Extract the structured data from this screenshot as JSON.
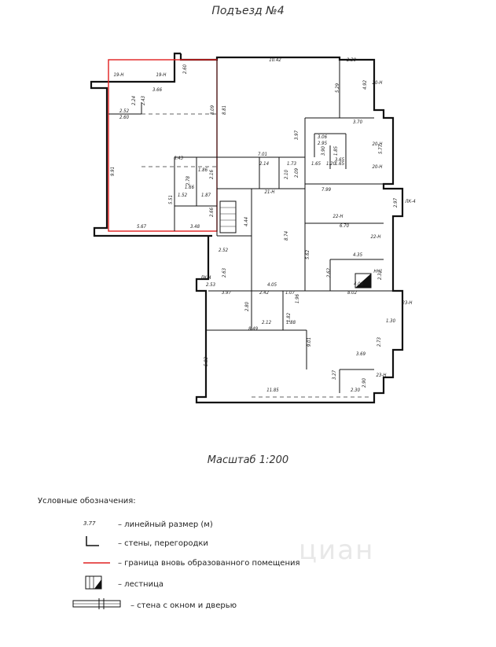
{
  "header": {
    "title": "Подъезд №4"
  },
  "scale": {
    "label": "Масштаб 1:200"
  },
  "watermark": {
    "text": "циан"
  },
  "plan": {
    "dimensions": [
      "10.42",
      "2.30",
      "4.92",
      "20-Н",
      "5.29",
      "3.70",
      "20-Н",
      "5.77",
      "20-Н",
      "3.65",
      "3.06",
      "2.95",
      "3.90",
      "1.85",
      "1.65",
      "1.20",
      "1.65",
      "2.09",
      "1.73",
      "2.14",
      "2.10",
      "7.01",
      "3.97",
      "8.81",
      "8.09",
      "2.60",
      "19-Н",
      "19-Н",
      "3.66",
      "2.24",
      "2.43",
      "2.52",
      "2.60",
      "9.91",
      "6.43",
      "1.86",
      "2.16",
      "2.78",
      "1.66",
      "1.52",
      "1.87",
      "5.51",
      "2.66",
      "3.48",
      "5.67",
      "21-Н",
      "7.99",
      "2.97",
      "ЛК-4",
      "22-Н",
      "6.70",
      "22-Н",
      "5.62",
      "4.35",
      "2.62",
      "НЧ1",
      "2.33",
      "4.08",
      "8.74",
      "4.44",
      "2.52",
      "2.63",
      "ЛК-4",
      "2.53",
      "4.05",
      "3.97",
      "2.42",
      "1.07",
      "2.80",
      "1.96",
      "1.82",
      "2.12",
      "1.88",
      "8.49",
      "8.02",
      "23-Н",
      "1.30",
      "2.73",
      "3.69",
      "5.83",
      "9.01",
      "3.27",
      "2.90",
      "23-Н",
      "11.85",
      "2.30"
    ]
  },
  "legend": {
    "title": "Условные обозначения:",
    "items": [
      {
        "sample": "3.77",
        "text": "– линейный размер (м)"
      },
      {
        "sample": "",
        "text": "– стены, перегородки"
      },
      {
        "sample": "",
        "text": "– граница вновь образованного помещения"
      },
      {
        "sample": "",
        "text": "– лестница"
      },
      {
        "sample": "",
        "text": "– стена с окном и дверью"
      }
    ]
  }
}
